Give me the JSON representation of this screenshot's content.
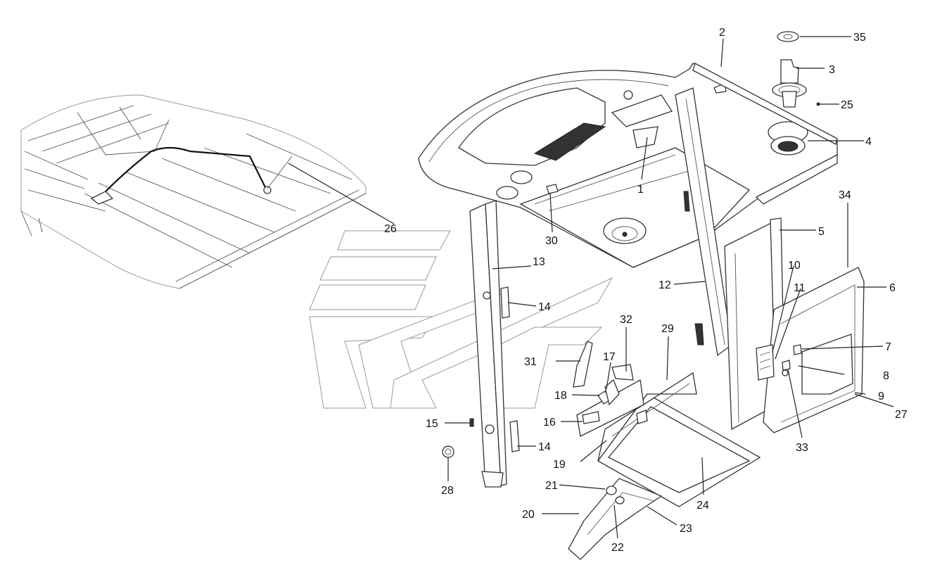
{
  "diagram": {
    "callouts": [
      "1",
      "2",
      "3",
      "4",
      "5",
      "6",
      "7",
      "8",
      "9",
      "10",
      "11",
      "12",
      "13",
      "14",
      "14",
      "15",
      "16",
      "17",
      "18",
      "19",
      "20",
      "21",
      "22",
      "23",
      "24",
      "25",
      "26",
      "27",
      "28",
      "29",
      "30",
      "31",
      "32",
      "33",
      "34",
      "35"
    ]
  },
  "colors": {
    "line": "#222222",
    "background": "#ffffff",
    "ghost": "#999999"
  }
}
